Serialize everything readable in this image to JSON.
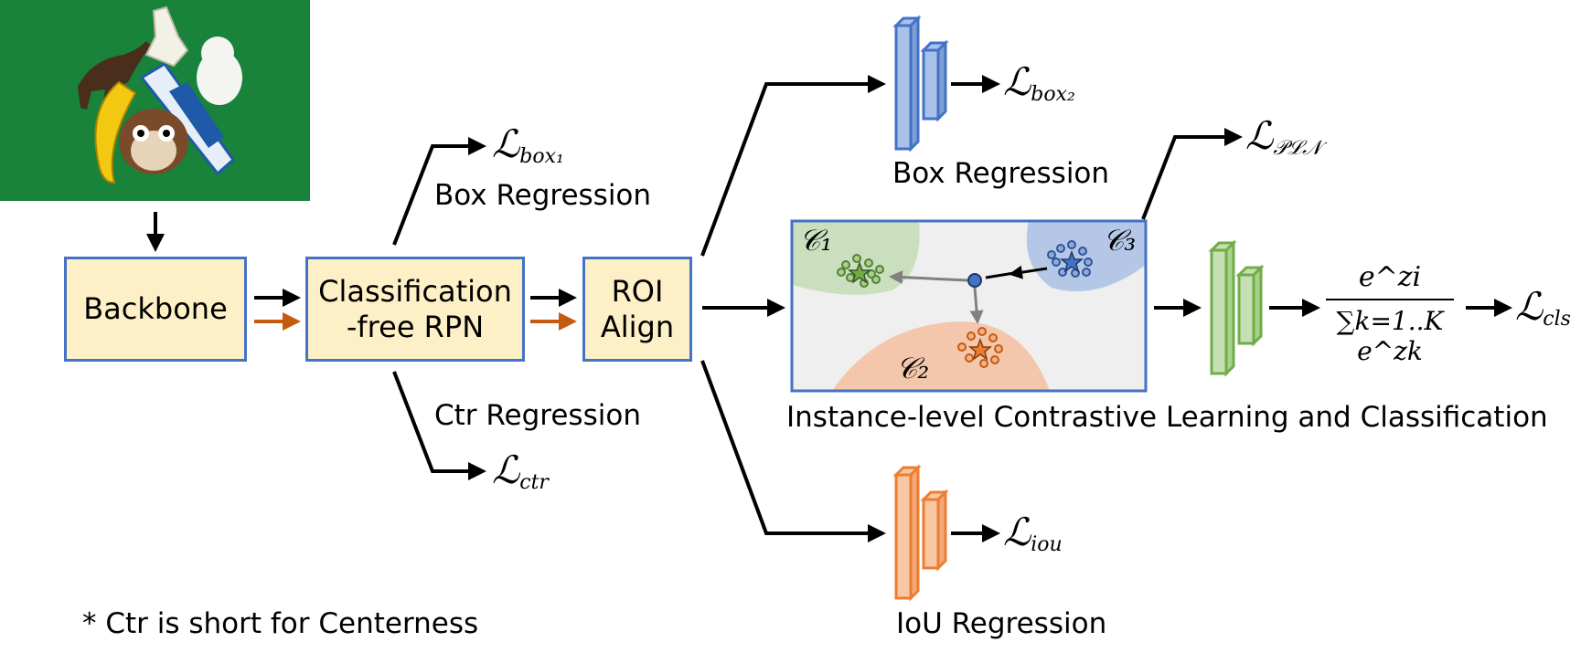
{
  "blocks": {
    "backbone": "Backbone",
    "rpn_line1": "Classification",
    "rpn_line2": "-free RPN",
    "roi_line1": "ROI",
    "roi_line2": "Align"
  },
  "labels": {
    "box_regression_rpn": "Box Regression",
    "ctr_regression": "Ctr Regression",
    "box_regression_head": "Box Regression",
    "iou_regression": "IoU Regression",
    "contrastive": "Instance-level Contrastive Learning and Classification",
    "footnote": "* Ctr is short for Centerness"
  },
  "losses": {
    "box1": {
      "symbol": "ℒ",
      "sub": "box₁"
    },
    "ctr": {
      "symbol": "ℒ",
      "sub": "ctr"
    },
    "box2": {
      "symbol": "ℒ",
      "sub": "box₂"
    },
    "pln": {
      "symbol": "ℒ",
      "sub": "𝒫ℒ𝒩"
    },
    "iou": {
      "symbol": "ℒ",
      "sub": "iou"
    },
    "cls": {
      "symbol": "ℒ",
      "sub": "cls"
    }
  },
  "clusters": {
    "c1": "𝒞₁",
    "c2": "𝒞₂",
    "c3": "𝒞₃"
  },
  "softmax": {
    "numerator": "e^zi",
    "denominator": "∑k=1..K e^zk"
  },
  "colors": {
    "block_fill": "#fdf0c6",
    "block_border": "#4472c4",
    "accent_orange": "#c55a11",
    "head_blue": "#4472c4",
    "head_green": "#70ad47",
    "head_orange": "#ed7d31",
    "cluster_green": "#c9dfbe",
    "cluster_blue": "#b4c7e7",
    "cluster_orange": "#f4c7ad"
  }
}
